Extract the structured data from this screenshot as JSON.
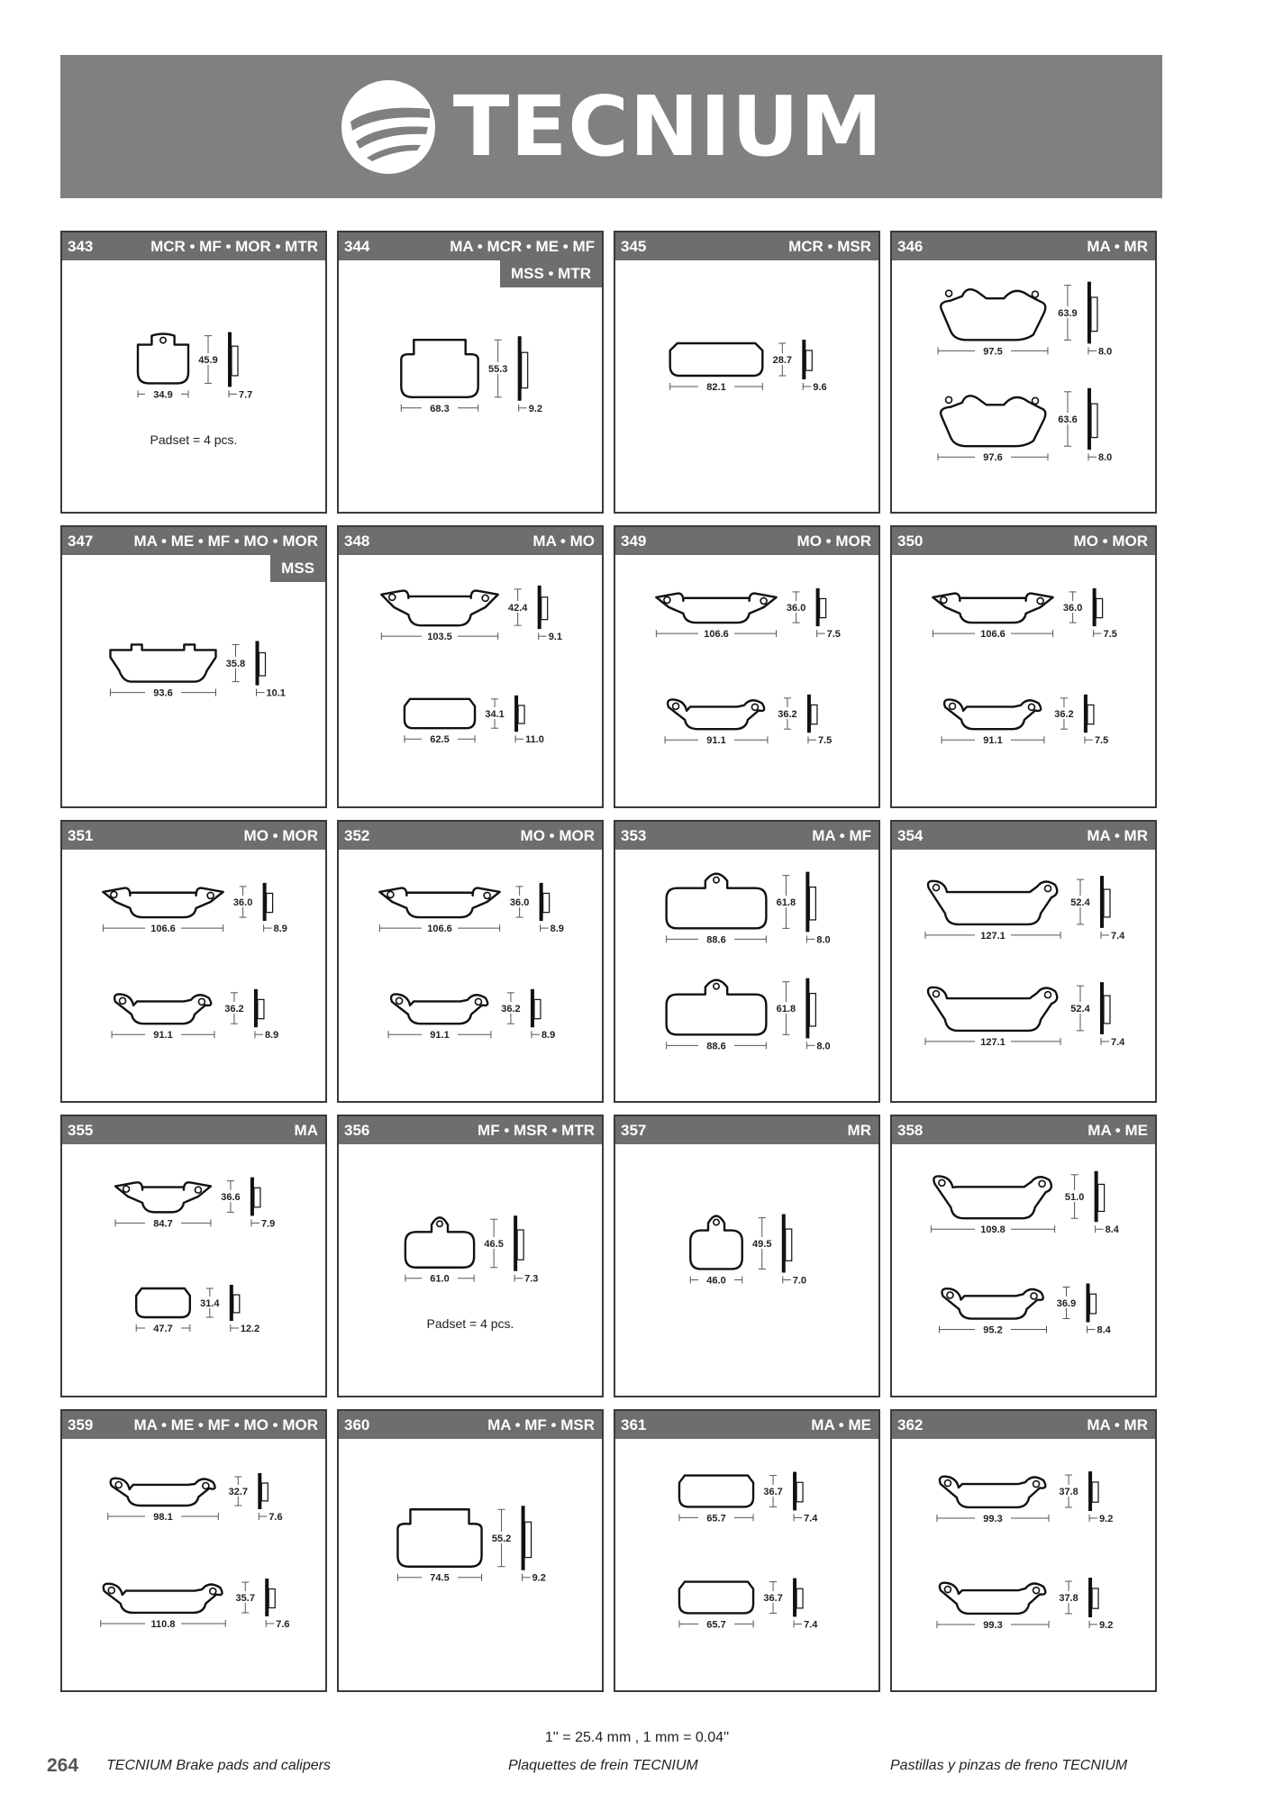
{
  "brand": "TECNIUM",
  "conversion": "1'' = 25.4 mm , 1 mm = 0.04''",
  "footer": {
    "page": "264",
    "en": "TECNIUM Brake pads and calipers",
    "fr": "Plaquettes de frein TECNIUM",
    "es": "Pastillas y pinzas de freno TECNIUM"
  },
  "cells": [
    {
      "num": "343",
      "codes": "MCR • MF • MOR • MTR",
      "note": "Padset = 4 pcs.",
      "pads": [
        {
          "shape": "squaretab",
          "w": "34.9",
          "h": "45.9",
          "t": "7.7"
        }
      ]
    },
    {
      "num": "344",
      "codes": "MA • MCR • ME • MF",
      "sub": "MSS • MTR",
      "pads": [
        {
          "shape": "squaretab2",
          "w": "68.3",
          "h": "55.3",
          "t": "9.2"
        }
      ]
    },
    {
      "num": "345",
      "codes": "MCR • MSR",
      "pads": [
        {
          "shape": "flat",
          "w": "82.1",
          "h": "28.7",
          "t": "9.6"
        }
      ]
    },
    {
      "num": "346",
      "codes": "MA • MR",
      "pads": [
        {
          "shape": "twin",
          "w": "97.5",
          "h": "63.9",
          "t": "8.0"
        },
        {
          "shape": "twin",
          "w": "97.6",
          "h": "63.6",
          "t": "8.0"
        }
      ]
    },
    {
      "num": "347",
      "codes": "MA • ME • MF • MO • MOR",
      "sub": "MSS",
      "pads": [
        {
          "shape": "flat2",
          "w": "93.6",
          "h": "35.8",
          "t": "10.1"
        }
      ]
    },
    {
      "num": "348",
      "codes": "MA • MO",
      "pads": [
        {
          "shape": "wing",
          "w": "103.5",
          "h": "42.4",
          "t": "9.1"
        },
        {
          "shape": "rect",
          "w": "62.5",
          "h": "34.1",
          "t": "11.0"
        }
      ]
    },
    {
      "num": "349",
      "codes": "MO • MOR",
      "pads": [
        {
          "shape": "wing",
          "w": "106.6",
          "h": "36.0",
          "t": "7.5"
        },
        {
          "shape": "ear",
          "w": "91.1",
          "h": "36.2",
          "t": "7.5"
        }
      ]
    },
    {
      "num": "350",
      "codes": "MO • MOR",
      "pads": [
        {
          "shape": "wing",
          "w": "106.6",
          "h": "36.0",
          "t": "7.5"
        },
        {
          "shape": "ear",
          "w": "91.1",
          "h": "36.2",
          "t": "7.5"
        }
      ]
    },
    {
      "num": "351",
      "codes": "MO • MOR",
      "pads": [
        {
          "shape": "wing",
          "w": "106.6",
          "h": "36.0",
          "t": "8.9"
        },
        {
          "shape": "ear",
          "w": "91.1",
          "h": "36.2",
          "t": "8.9"
        }
      ]
    },
    {
      "num": "352",
      "codes": "MO • MOR",
      "pads": [
        {
          "shape": "wing",
          "w": "106.6",
          "h": "36.0",
          "t": "8.9"
        },
        {
          "shape": "ear",
          "w": "91.1",
          "h": "36.2",
          "t": "8.9"
        }
      ]
    },
    {
      "num": "353",
      "codes": "MA • MF",
      "pads": [
        {
          "shape": "toptab",
          "w": "88.6",
          "h": "61.8",
          "t": "8.0"
        },
        {
          "shape": "toptab",
          "w": "88.6",
          "h": "61.8",
          "t": "8.0"
        }
      ]
    },
    {
      "num": "354",
      "codes": "MA • MR",
      "pads": [
        {
          "shape": "ear",
          "w": "127.1",
          "h": "52.4",
          "t": "7.4"
        },
        {
          "shape": "ear",
          "w": "127.1",
          "h": "52.4",
          "t": "7.4"
        }
      ]
    },
    {
      "num": "355",
      "codes": "MA",
      "pads": [
        {
          "shape": "wing",
          "w": "84.7",
          "h": "36.6",
          "t": "7.9"
        },
        {
          "shape": "rect",
          "w": "47.7",
          "h": "31.4",
          "t": "12.2"
        }
      ]
    },
    {
      "num": "356",
      "codes": "MF • MSR • MTR",
      "note": "Padset = 4 pcs.",
      "pads": [
        {
          "shape": "toptab",
          "w": "61.0",
          "h": "46.5",
          "t": "7.3"
        }
      ]
    },
    {
      "num": "357",
      "codes": "MR",
      "pads": [
        {
          "shape": "toptab",
          "w": "46.0",
          "h": "49.5",
          "t": "7.0"
        }
      ]
    },
    {
      "num": "358",
      "codes": "MA • ME",
      "pads": [
        {
          "shape": "ear",
          "w": "109.8",
          "h": "51.0",
          "t": "8.4"
        },
        {
          "shape": "ear",
          "w": "95.2",
          "h": "36.9",
          "t": "8.4"
        }
      ]
    },
    {
      "num": "359",
      "codes": "MA • ME • MF • MO • MOR",
      "pads": [
        {
          "shape": "ear",
          "w": "98.1",
          "h": "32.7",
          "t": "7.6"
        },
        {
          "shape": "ear",
          "w": "110.8",
          "h": "35.7",
          "t": "7.6"
        }
      ]
    },
    {
      "num": "360",
      "codes": "MA • MF • MSR",
      "pads": [
        {
          "shape": "squaretab2",
          "w": "74.5",
          "h": "55.2",
          "t": "9.2"
        }
      ]
    },
    {
      "num": "361",
      "codes": "MA • ME",
      "pads": [
        {
          "shape": "rect",
          "w": "65.7",
          "h": "36.7",
          "t": "7.4"
        },
        {
          "shape": "rect",
          "w": "65.7",
          "h": "36.7",
          "t": "7.4"
        }
      ]
    },
    {
      "num": "362",
      "codes": "MA • MR",
      "pads": [
        {
          "shape": "ear",
          "w": "99.3",
          "h": "37.8",
          "t": "9.2"
        },
        {
          "shape": "ear",
          "w": "99.3",
          "h": "37.8",
          "t": "9.2"
        }
      ]
    }
  ]
}
